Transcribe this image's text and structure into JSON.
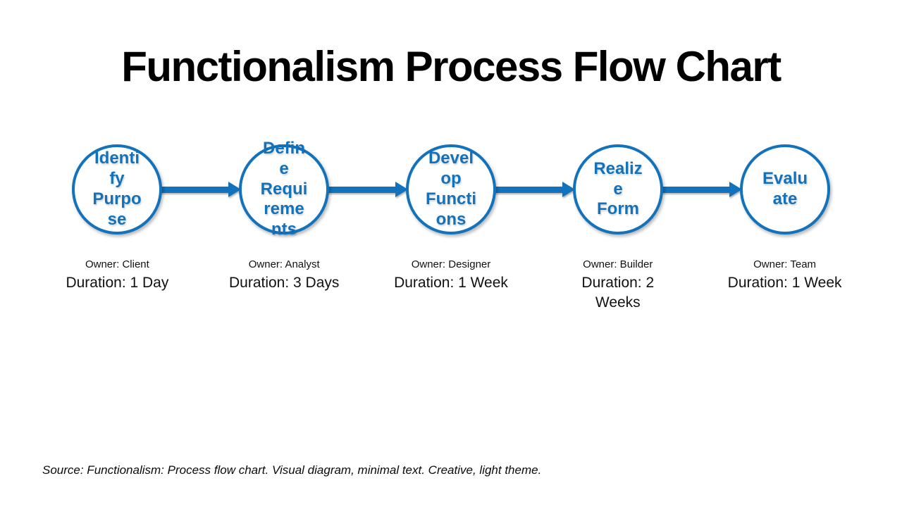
{
  "title": "Functionalism Process Flow Chart",
  "theme": {
    "accent_blue": "#1272BC",
    "background": "#FFFFFF",
    "text_color": "#000000"
  },
  "stages": [
    {
      "name": "Identify Purpose",
      "circle_label": "Identi\nfy\nPurpo\nse",
      "owner": "Owner: Client",
      "duration": "Duration: 1 Day"
    },
    {
      "name": "Define Requirements",
      "circle_label": "Defin\ne\nRequi\nreme\nnts",
      "owner": "Owner: Analyst",
      "duration": "Duration: 3 Days"
    },
    {
      "name": "Develop Functions",
      "circle_label": "Devel\nop\nFuncti\nons",
      "owner": "Owner: Designer",
      "duration": "Duration: 1 Week"
    },
    {
      "name": "Realize Form",
      "circle_label": "Realiz\ne\nForm",
      "owner": "Owner: Builder",
      "duration": "Duration: 2\nWeeks"
    },
    {
      "name": "Evaluate",
      "circle_label": "Evalu\nate",
      "owner": "Owner: Team",
      "duration": "Duration: 1 Week"
    }
  ],
  "source_note": "Source: Functionalism: Process flow chart. Visual diagram, minimal text. Creative, light theme."
}
